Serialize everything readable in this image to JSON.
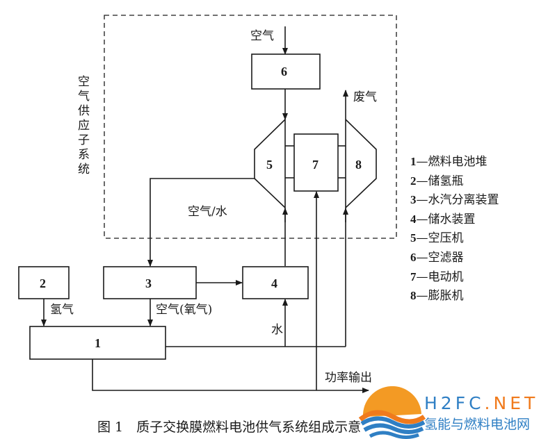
{
  "subsystem_label": "空气供应子系统",
  "components": {
    "1": "1",
    "2": "2",
    "3": "3",
    "4": "4",
    "5": "5",
    "6": "6",
    "7": "7",
    "8": "8"
  },
  "flow_labels": {
    "air_in": "空气",
    "exhaust": "废气",
    "air_water": "空气/水",
    "hydrogen": "氢气",
    "air_oxygen": "空气(氧气)",
    "water": "水",
    "power_output": "功率输出"
  },
  "legend": [
    {
      "num": "1",
      "sep": "—",
      "label": "燃料电池堆"
    },
    {
      "num": "2",
      "sep": "—",
      "label": "储氢瓶"
    },
    {
      "num": "3",
      "sep": "—",
      "label": "水汽分离装置"
    },
    {
      "num": "4",
      "sep": "—",
      "label": "储水装置"
    },
    {
      "num": "5",
      "sep": "—",
      "label": "空压机"
    },
    {
      "num": "6",
      "sep": "—",
      "label": "空滤器"
    },
    {
      "num": "7",
      "sep": "—",
      "label": "电动机"
    },
    {
      "num": "8",
      "sep": "—",
      "label": "膨胀机"
    }
  ],
  "caption": {
    "fig": "图 1",
    "title": "质子交换膜燃料电池供气系统组成示意"
  },
  "watermark": {
    "en_main": "H2FC",
    "en_suffix": ".NET",
    "cn": "氢能与燃料电池网"
  },
  "colors": {
    "line": "#1a1a1a",
    "logo_blue": "#2f7fc4",
    "logo_orange": "#f07a1c"
  }
}
